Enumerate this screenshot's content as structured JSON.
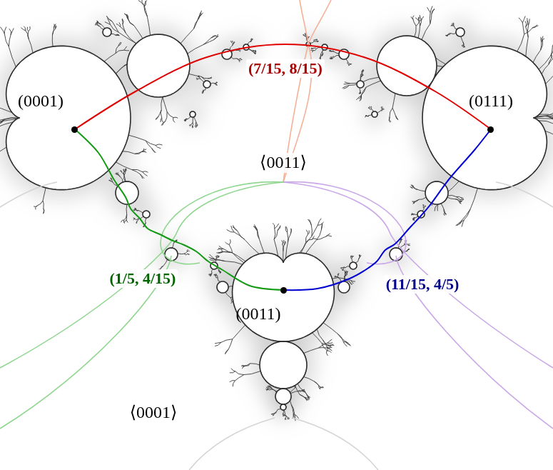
{
  "diagram": {
    "nodes": [
      {
        "text": [
          "(0001)"
        ]
      },
      {
        "text": [
          "(0111)"
        ]
      },
      {
        "text": [
          "(0011)"
        ]
      }
    ],
    "edges": [
      {
        "from": 0,
        "to": 1,
        "arrow": "none",
        "label": "(7/15, 8/15)"
      },
      {
        "from": 0,
        "to": 2,
        "arrow": "none",
        "label": "(1/5, 4/15)"
      },
      {
        "from": 2,
        "to": 1,
        "arrow": "none",
        "label": "(11/15, 4/5)"
      }
    ],
    "labels": [
      "⟨0011⟩",
      "⟨0001⟩"
    ]
  }
}
